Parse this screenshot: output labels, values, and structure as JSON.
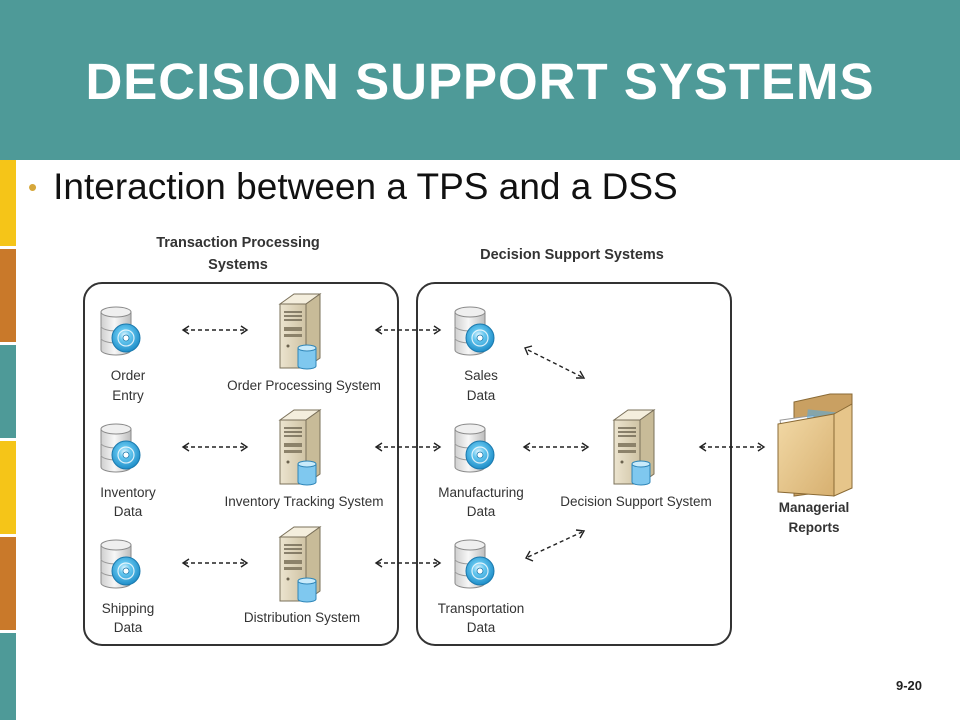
{
  "slide": {
    "title": "DECISION SUPPORT SYSTEMS",
    "bullet": "Interaction between a TPS and a DSS",
    "page_number": "9-20"
  },
  "colors": {
    "header": "#4e9a98",
    "bullet": "#d6a73a",
    "strip": [
      "#f5c518",
      "#c9792a",
      "#4e9a98",
      "#f5c518",
      "#c9792a",
      "#4e9a98"
    ]
  },
  "diagram": {
    "tps_heading": [
      "Transaction Processing",
      "Systems"
    ],
    "dss_heading": "Decision Support Systems",
    "tps_data": [
      {
        "line1": "Order",
        "line2": "Entry",
        "icon": "database-icon"
      },
      {
        "line1": "Inventory",
        "line2": "Data",
        "icon": "database-icon"
      },
      {
        "line1": "Shipping",
        "line2": "Data",
        "icon": "database-icon"
      }
    ],
    "tps_systems": [
      {
        "label": "Order Processing System",
        "icon": "server-icon"
      },
      {
        "label": "Inventory Tracking System",
        "icon": "server-icon"
      },
      {
        "label": "Distribution System",
        "icon": "server-icon"
      }
    ],
    "dss_data": [
      {
        "line1": "Sales",
        "line2": "Data",
        "icon": "database-icon"
      },
      {
        "line1": "Manufacturing",
        "line2": "Data",
        "icon": "database-icon"
      },
      {
        "line1": "Transportation",
        "line2": "Data",
        "icon": "database-icon"
      }
    ],
    "dss_system": {
      "label": "Decision Support System",
      "icon": "server-icon"
    },
    "reports": {
      "line1": "Managerial",
      "line2": "Reports",
      "icon": "folder-icon"
    }
  }
}
